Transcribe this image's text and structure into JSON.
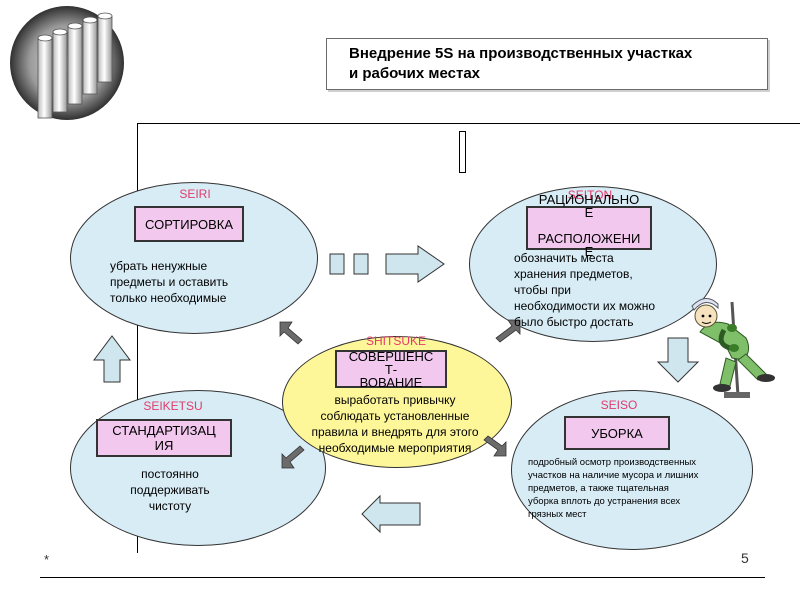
{
  "title": {
    "line1": "Внедрение 5S на производственных участках\nи рабочих местах"
  },
  "seiri": {
    "label": "SEIRI",
    "box": "СОРТИРОВКА",
    "text": "убрать ненужные\nпредметы и оставить\nтолько необходимые"
  },
  "seiton": {
    "label": "SEITON",
    "box": "РАЦИОНАЛЬНО\nЕ\n\nРАСПОЛОЖЕНИ\nЕ",
    "text": "обозначить места\nхранения предметов,\nчтобы при\nнеобходимости их можно\nбыло быстро достать"
  },
  "shitsuke": {
    "label": "SHITSUKE",
    "box": "СОВЕРШЕНС\nТ-\nВОВАНИЕ",
    "text": "выработать привычку\nсоблюдать установленные\nправила и внедрять для этого\nнеобходимые мероприятия"
  },
  "seiketsu": {
    "label": "SEIKETSU",
    "box": "СТАНДАРТИЗАЦ\nИЯ",
    "text": "постоянно\nподдерживать\nчистоту"
  },
  "seiso": {
    "label": "SEISO",
    "box": "УБОРКА",
    "text": "подробный осмотр производственных\nучастков на наличие мусора и лишних\nпредметов, а также тщательная\nуборка вплоть до устранения всех\nгрязных мест"
  },
  "footer": {
    "star": "*",
    "page": "5"
  },
  "colors": {
    "ellipse": "#d8ecf6",
    "center": "#fdf79a",
    "box": "#f2c8ee",
    "label": "#e23b6b",
    "arrow": "#cfe6ef"
  }
}
